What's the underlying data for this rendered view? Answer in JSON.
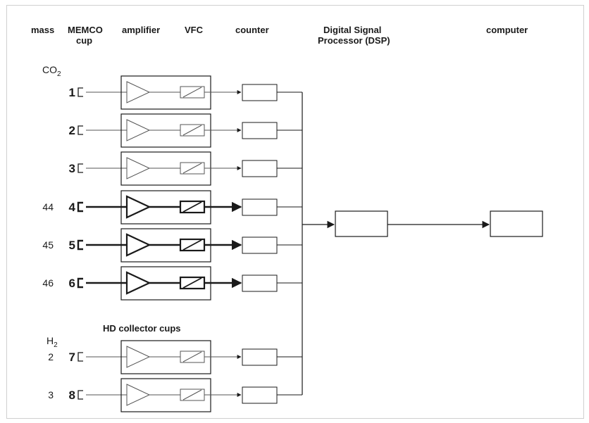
{
  "headers": {
    "mass": "mass",
    "memco_line1": "MEMCO",
    "memco_line2": "cup",
    "amplifier": "amplifier",
    "vfc": "VFC",
    "counter": "counter",
    "dsp_line1": "Digital Signal",
    "dsp_line2": "Processor (DSP)",
    "computer": "computer"
  },
  "sections": {
    "co2_label": "CO",
    "co2_sub": "2",
    "h2_label": "H",
    "h2_sub": "2",
    "hd_title": "HD collector cups"
  },
  "channels": [
    {
      "cup": "1",
      "mass": "",
      "bold": false
    },
    {
      "cup": "2",
      "mass": "",
      "bold": false
    },
    {
      "cup": "3",
      "mass": "",
      "bold": false
    },
    {
      "cup": "4",
      "mass": "44",
      "bold": true
    },
    {
      "cup": "5",
      "mass": "45",
      "bold": true
    },
    {
      "cup": "6",
      "mass": "46",
      "bold": true
    },
    {
      "cup": "7",
      "mass": "2",
      "bold": false
    },
    {
      "cup": "8",
      "mass": "3",
      "bold": false
    }
  ],
  "colors": {
    "line": "#1a1a1a",
    "thin_line": "#555555",
    "background": "#ffffff",
    "frame": "#cfcfcf"
  }
}
